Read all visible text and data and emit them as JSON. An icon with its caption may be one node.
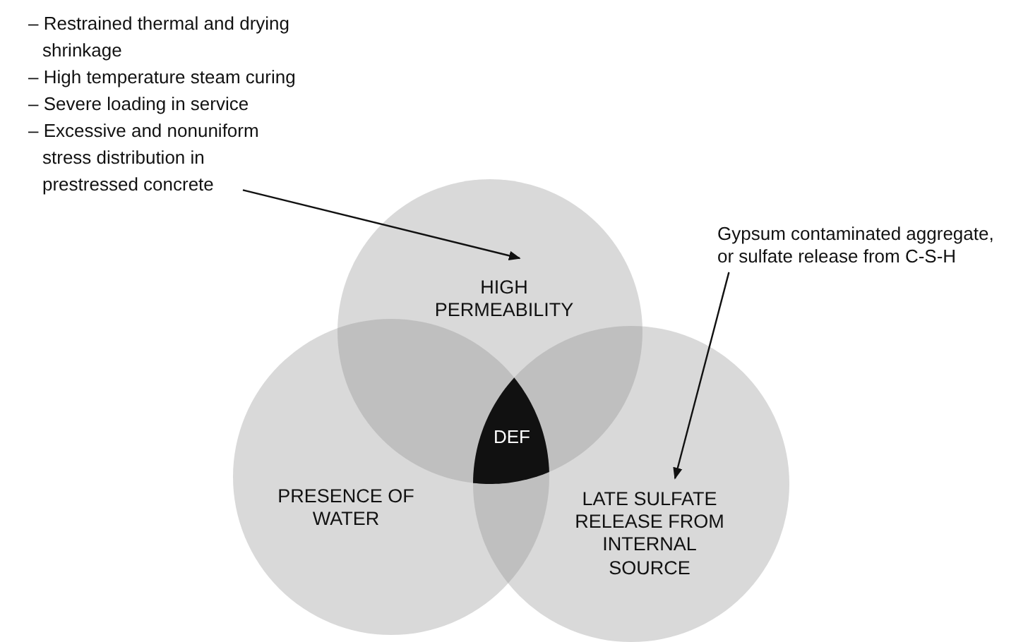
{
  "diagram": {
    "nodes": [
      {
        "text": [
          "HIGH PERMEABILITY"
        ]
      },
      {
        "text": [
          "PRESENCE OF WATER"
        ]
      },
      {
        "text": [
          "LATE SULFATE RELEASE FROM INTERNAL SOURCE"
        ]
      },
      {
        "text": [
          "DEF"
        ]
      },
      {
        "text": [
          "– Restrained thermal and drying shrinkage",
          "– High temperature steam curing",
          "– Severe loading in service",
          "– Excessive and nonuniform stress distribution in prestressed concrete"
        ]
      },
      {
        "text": [
          "Gypsum contaminated aggregate, or sulfate release from C-S-H"
        ]
      }
    ],
    "edges": [
      {
        "from": 4,
        "to": 0,
        "arrow": "to"
      },
      {
        "from": 5,
        "to": 2,
        "arrow": "to"
      }
    ]
  }
}
